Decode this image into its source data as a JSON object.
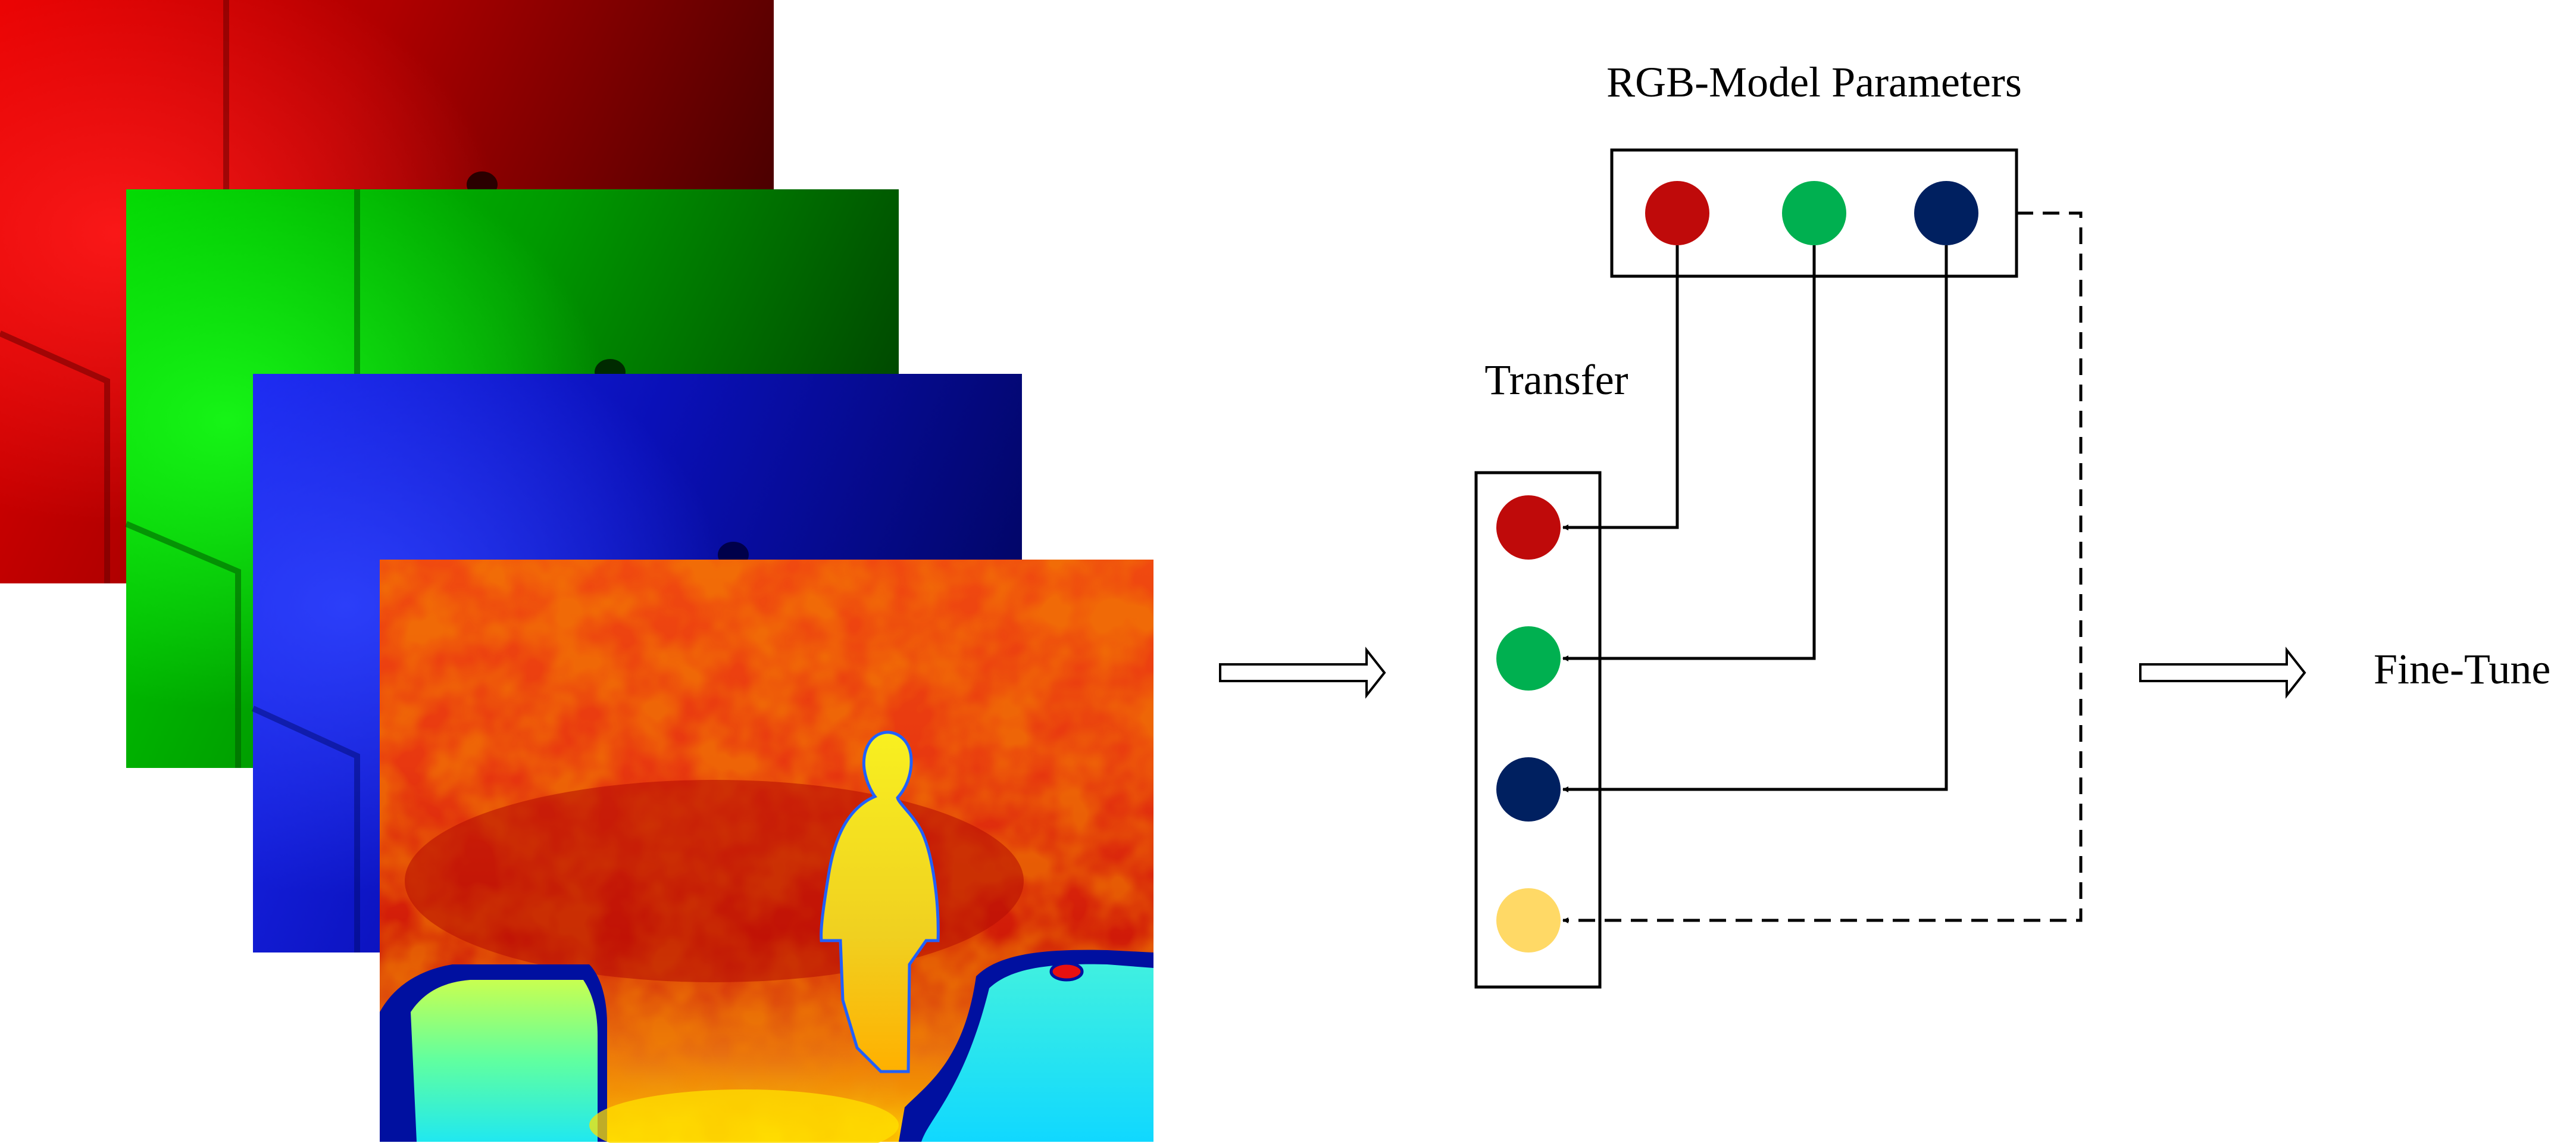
{
  "labels": {
    "rgb_model_parameters": "RGB-Model Parameters",
    "transfer": "Transfer",
    "fine_tune": "Fine-Tune"
  },
  "channels": {
    "red": "#bf0a0a",
    "green": "#00b050",
    "blue": "#002060",
    "depth": "#ffd966"
  },
  "image_stack": [
    {
      "name": "red-channel-image",
      "color": "#d40000"
    },
    {
      "name": "green-channel-image",
      "color": "#00d000"
    },
    {
      "name": "blue-channel-image",
      "color": "#0a10d0"
    },
    {
      "name": "depth-image",
      "color": "#e84a00"
    }
  ]
}
